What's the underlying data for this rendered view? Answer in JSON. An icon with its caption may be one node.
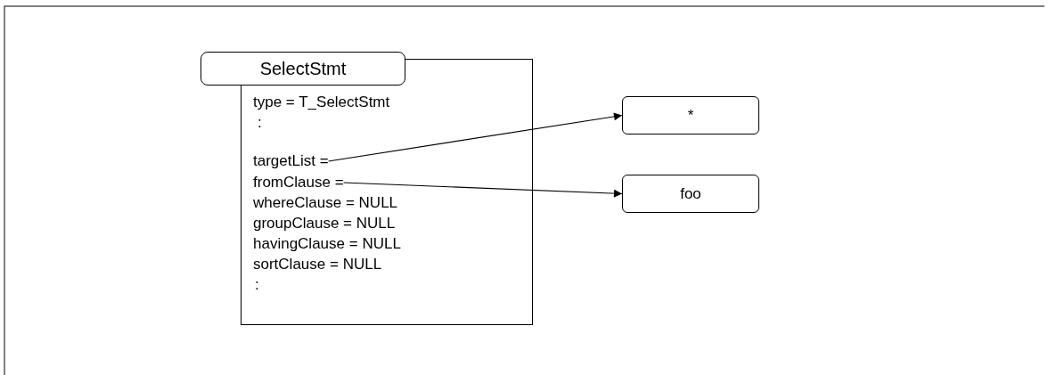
{
  "diagram": {
    "nodes": [
      {
        "text": [
          "SelectStmt"
        ]
      },
      {
        "text": [],
        "shape": "box"
      },
      {
        "text": [
          "type = T_SelectStmt"
        ],
        "in": 1
      },
      {
        "text": [
          ":"
        ],
        "in": 1
      },
      {
        "text": [
          "targetList ="
        ],
        "in": 1
      },
      {
        "text": [
          "fromClause ="
        ],
        "in": 1
      },
      {
        "text": [
          "whereClause = NULL"
        ],
        "in": 1
      },
      {
        "text": [
          "groupClause = NULL"
        ],
        "in": 1
      },
      {
        "text": [
          "havingClause = NULL"
        ],
        "in": 1
      },
      {
        "text": [
          "sortClause = NULL"
        ],
        "in": 1
      },
      {
        "text": [
          ":"
        ],
        "in": 1
      },
      {
        "text": [
          "*"
        ]
      },
      {
        "text": [
          "foo"
        ]
      }
    ],
    "edges": [
      {
        "from": 4,
        "to": 11,
        "arrow": "to"
      },
      {
        "from": 5,
        "to": 12,
        "arrow": "to"
      }
    ]
  }
}
